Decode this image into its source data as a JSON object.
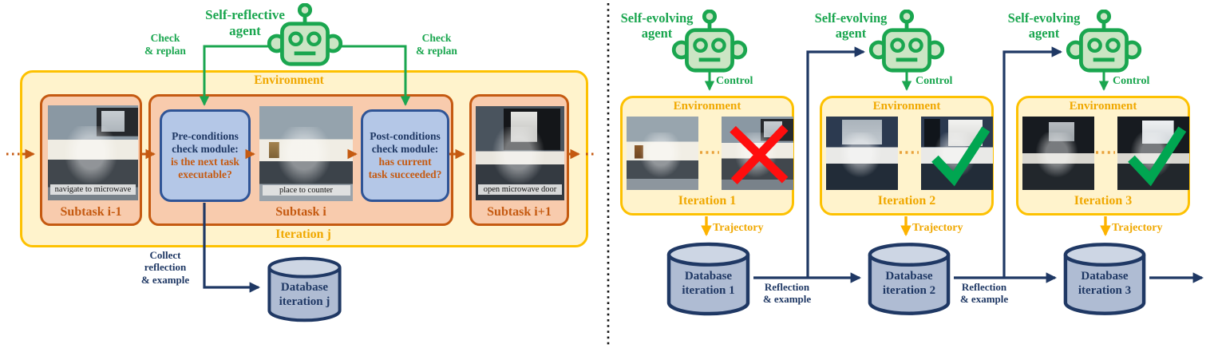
{
  "colors": {
    "green": "#1AA64F",
    "green_fill": "#CBE5C4",
    "gold_border": "#FDC101",
    "gold_fill": "#FFF3CC",
    "gold_text": "#F0A800",
    "orange": "#C55A11",
    "orange_fill": "#F8CBAD",
    "blue_border": "#2F5496",
    "blue_fill": "#B4C7E7",
    "navy": "#1F3864",
    "db_fill": "#AFBCD3",
    "db_top_fill": "#CDD6E4",
    "fail_red": "#FF0E0E",
    "success_green": "#00A651"
  },
  "left_panel": {
    "agent_label_lines": [
      "Self-reflective",
      "agent"
    ],
    "check_replan_left_lines": [
      "Check",
      "& replan"
    ],
    "check_replan_right_lines": [
      "Check",
      "& replan"
    ],
    "environment_label": "Environment",
    "iteration_label": "Iteration j",
    "subtasks": [
      {
        "label": "Subtask i-1",
        "image_caption": "navigate to microwave"
      },
      {
        "label": "Subtask i",
        "image_caption": "place to counter"
      },
      {
        "label": "Subtask i+1",
        "image_caption": "open microwave door"
      }
    ],
    "pre_check": {
      "title_lines": [
        "Pre-conditions",
        "check module:"
      ],
      "question_lines": [
        "is the next task",
        "executable?"
      ]
    },
    "post_check": {
      "title_lines": [
        "Post-conditions",
        "check module:"
      ],
      "question_lines": [
        "has current",
        "task succeeded?"
      ]
    },
    "collect_label_lines": [
      "Collect",
      "reflection",
      "& example"
    ],
    "database_lines": [
      "Database",
      "iteration j"
    ]
  },
  "right_panel": {
    "columns": [
      {
        "agent_label_lines": [
          "Self-evolving",
          "agent"
        ],
        "control_label": "Control",
        "environment_label": "Environment",
        "iteration_label": "Iteration 1",
        "result": "fail",
        "trajectory_label": "Trajectory",
        "database_lines": [
          "Database",
          "iteration 1"
        ],
        "out_label_lines": [
          "Reflection",
          "& example"
        ]
      },
      {
        "agent_label_lines": [
          "Self-evolving",
          "agent"
        ],
        "control_label": "Control",
        "environment_label": "Environment",
        "iteration_label": "Iteration 2",
        "result": "success",
        "trajectory_label": "Trajectory",
        "database_lines": [
          "Database",
          "iteration 2"
        ],
        "out_label_lines": [
          "Reflection",
          "& example"
        ]
      },
      {
        "agent_label_lines": [
          "Self-evolving",
          "agent"
        ],
        "control_label": "Control",
        "environment_label": "Environment",
        "iteration_label": "Iteration 3",
        "result": "success",
        "trajectory_label": "Trajectory",
        "database_lines": [
          "Database",
          "iteration 3"
        ]
      }
    ]
  }
}
